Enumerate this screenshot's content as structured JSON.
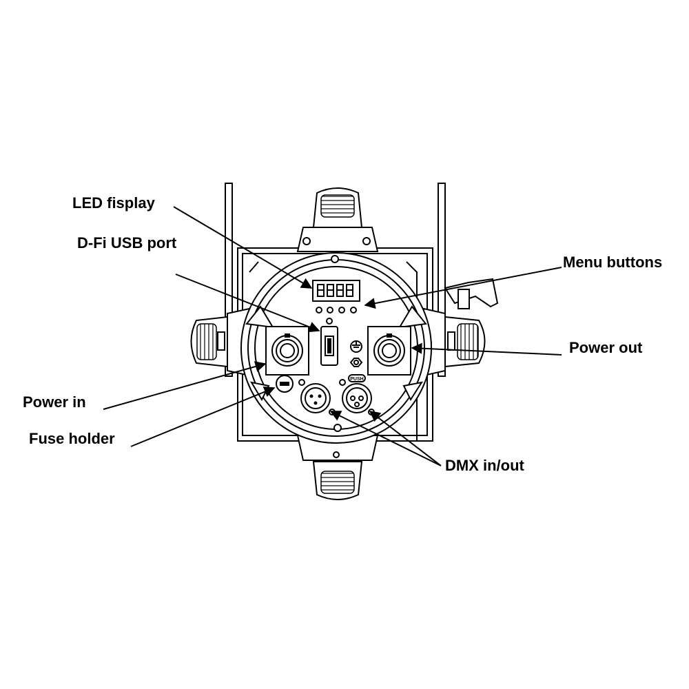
{
  "diagram": {
    "stroke_color": "#000000",
    "background": "#ffffff",
    "callouts": {
      "led_display": "LED fisplay",
      "usb_port": "D-Fi USB port",
      "menu_buttons": "Menu buttons",
      "power_out": "Power out",
      "power_in": "Power in",
      "fuse_holder": "Fuse holder",
      "dmx_in_out": "DMX in/out"
    },
    "connector_labels": {
      "push": "PUSH"
    }
  }
}
